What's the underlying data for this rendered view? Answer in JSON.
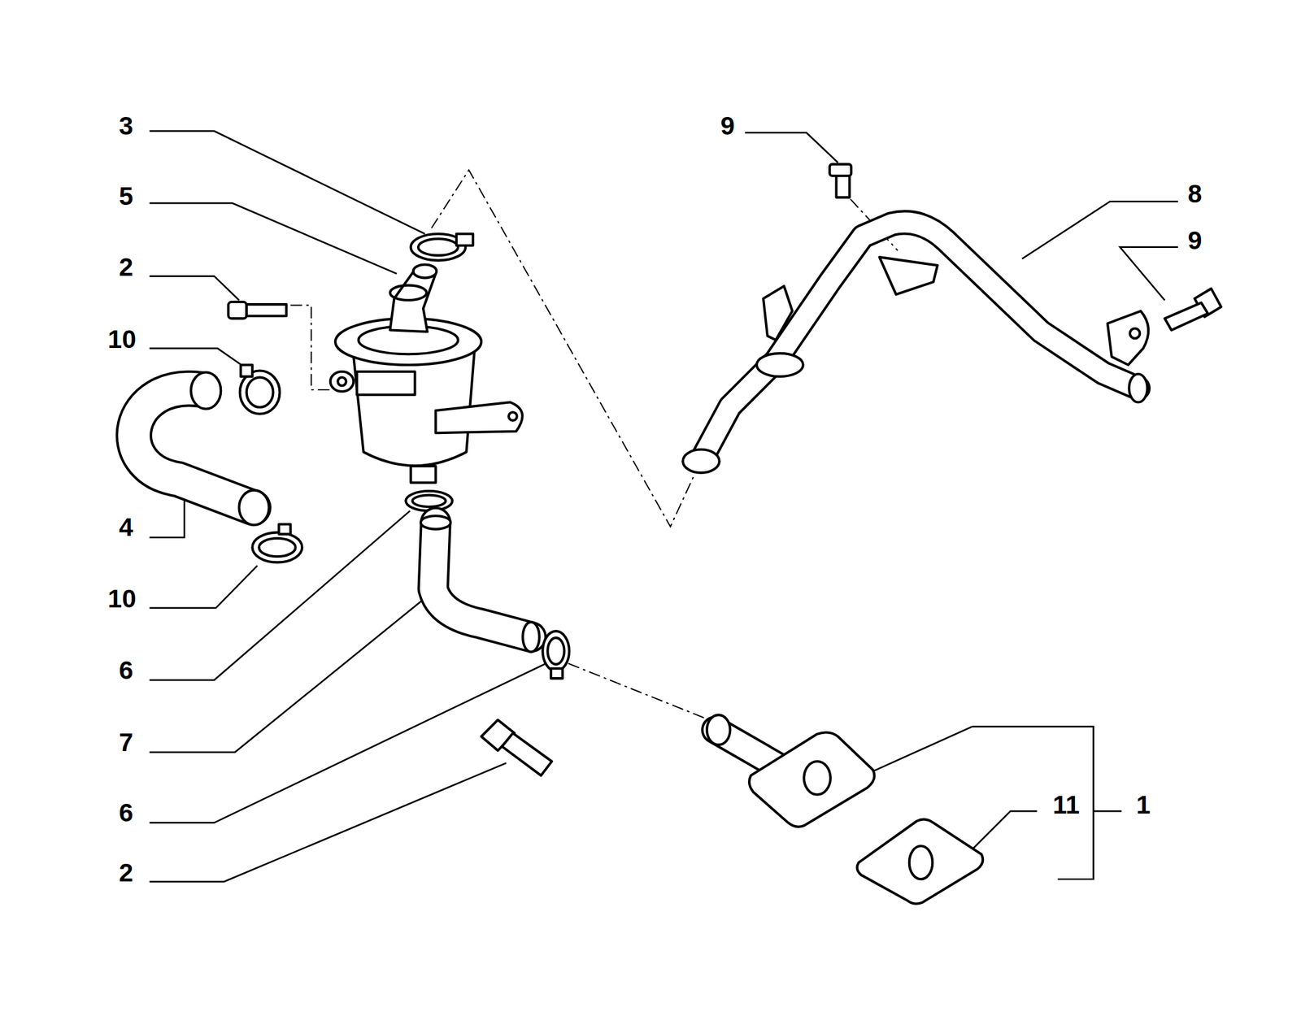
{
  "diagram": {
    "labels": [
      "3",
      "5",
      "2",
      "10",
      "4",
      "10",
      "6",
      "7",
      "6",
      "2",
      "9",
      "8",
      "9",
      "11",
      "1"
    ]
  }
}
